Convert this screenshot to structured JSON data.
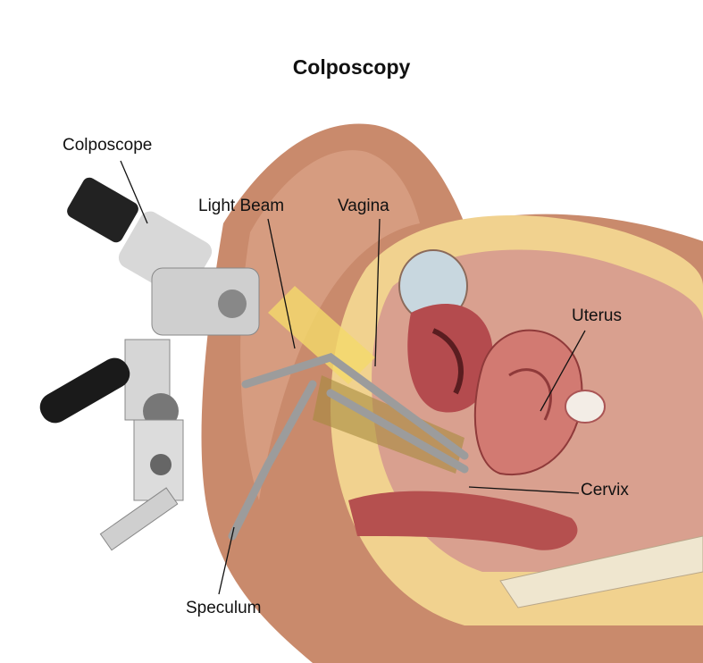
{
  "title": "Colposcopy",
  "labels": {
    "colposcope": "Colposcope",
    "light_beam": "Light Beam",
    "vagina": "Vagina",
    "uterus": "Uterus",
    "cervix": "Cervix",
    "speculum": "Speculum"
  },
  "colors": {
    "skin": "#c98a6c",
    "fat": "#f1d28f",
    "organ": "#c4595a",
    "instrument": "#b8b8b8",
    "light": "#f4d96a"
  }
}
